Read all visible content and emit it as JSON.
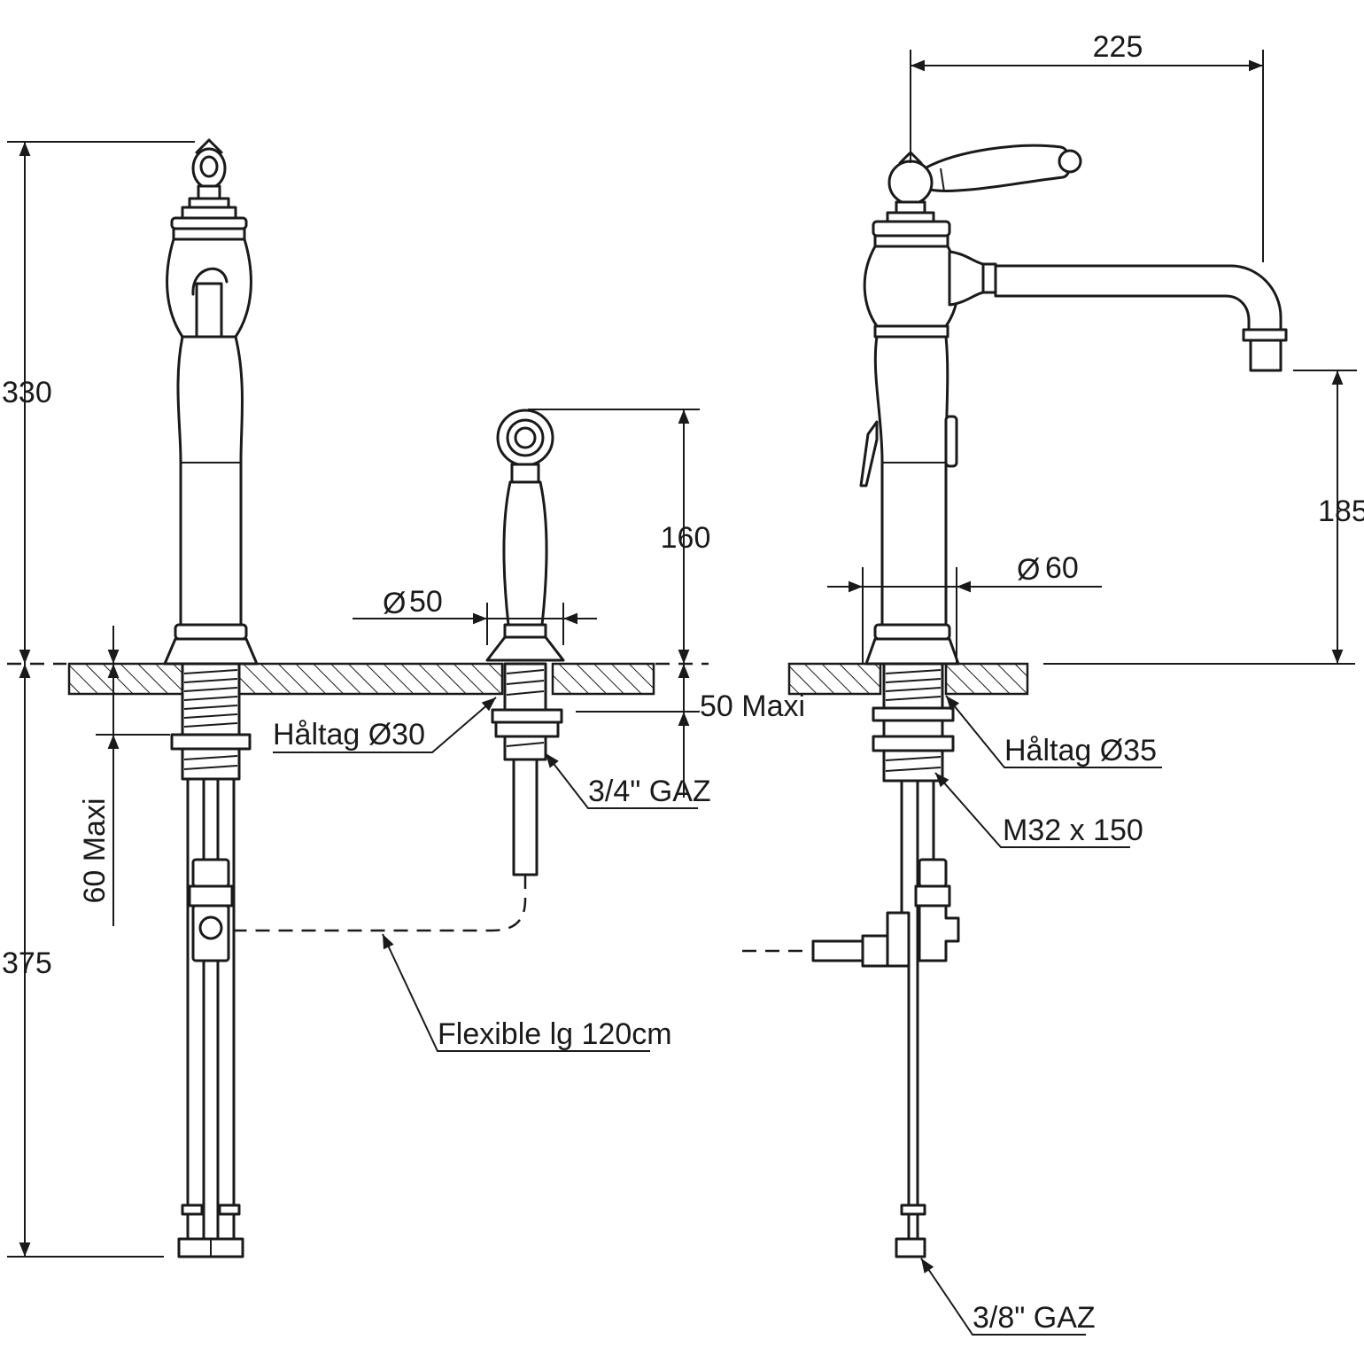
{
  "dimensions": {
    "d330": "330",
    "d375": "375",
    "d60max": "60 Maxi",
    "d50": "50",
    "d160": "160",
    "d50max": "50 Maxi",
    "d225": "225",
    "d185": "185",
    "d60": "60"
  },
  "callouts": {
    "hole30": "Håltag Ø30",
    "gaz34": "3/4\" GAZ",
    "flex": "Flexible lg 120cm",
    "hole35": "Håltag Ø35",
    "m32": "M32 x 150",
    "gaz38": "3/8\" GAZ"
  },
  "symbols": {
    "diameter": "Ø"
  }
}
